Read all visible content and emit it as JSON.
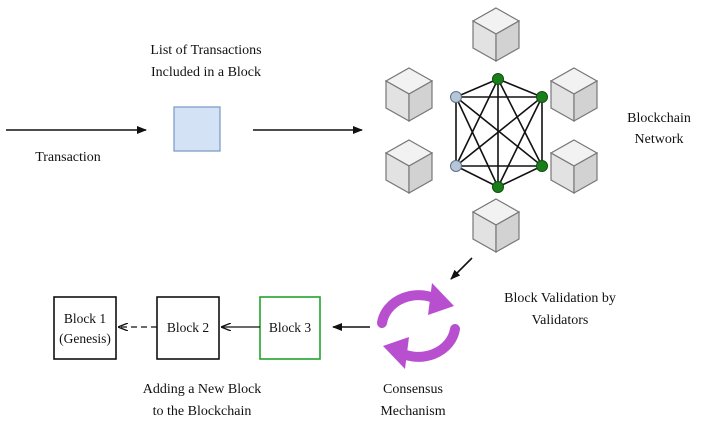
{
  "labels": {
    "transaction": "Transaction",
    "list_line1": "List of Transactions",
    "list_line2": "Included in a Block",
    "network_line1": "Blockchain",
    "network_line2": "Network",
    "validation_line1": "Block Validation by",
    "validation_line2": "Validators",
    "consensus_line1": "Consensus",
    "consensus_line2": "Mechanism",
    "adding_line1": "Adding a New Block",
    "adding_line2": "to the Blockchain"
  },
  "blocks": {
    "block1_line1": "Block 1",
    "block1_line2": "(Genesis)",
    "block2": "Block 2",
    "block3": "Block 3"
  },
  "colors": {
    "block_list_fill": "#d3e3f5",
    "block_list_stroke": "#7f9fc9",
    "new_block_stroke": "#22a32a",
    "validator_node": "#1a7f1a",
    "plain_node": "#b6c6d9",
    "consensus_purple": "#b84fcf",
    "cube_top": "#f2f2f2",
    "cube_left": "#e2e2e2",
    "cube_right": "#d2d2d2",
    "cube_stroke": "#777777"
  },
  "icons": {
    "consensus": "cycle-arrows-icon",
    "node": "cube-icon"
  }
}
